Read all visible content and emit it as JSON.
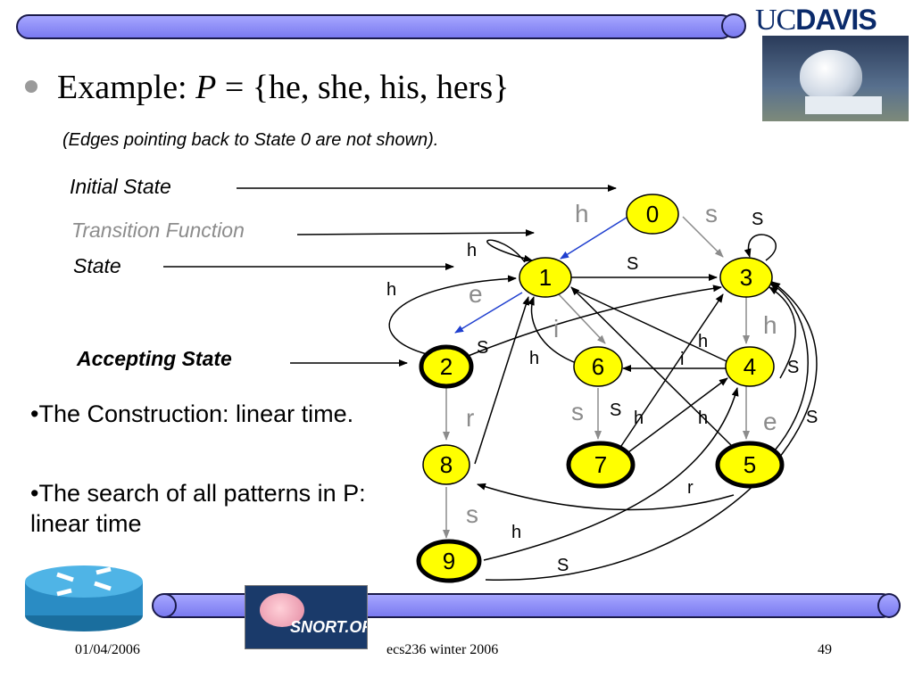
{
  "title": {
    "prefix": "Example: ",
    "var": "P",
    "rest": " = {he, she, his, hers}"
  },
  "subtitle": "(Edges pointing back to State 0 are not shown).",
  "labels": {
    "initial": "Initial State",
    "transition": "Transition Function",
    "state": "State",
    "accepting": "Accepting State"
  },
  "bullets": [
    "•The Construction: linear time.",
    "•The search of all patterns in P: linear time"
  ],
  "logos": {
    "ucdavis_a": "UC",
    "ucdavis_b": "DAVIS",
    "snort": "SNORT.ORG"
  },
  "colors": {
    "state_fill": "#ffff00",
    "blue_edge": "#1f3fcf",
    "bar": "#9999ff"
  },
  "states": [
    {
      "id": "0",
      "accepting": false
    },
    {
      "id": "1",
      "accepting": false
    },
    {
      "id": "2",
      "accepting": true
    },
    {
      "id": "3",
      "accepting": false
    },
    {
      "id": "4",
      "accepting": false
    },
    {
      "id": "5",
      "accepting": true
    },
    {
      "id": "6",
      "accepting": false
    },
    {
      "id": "7",
      "accepting": true
    },
    {
      "id": "8",
      "accepting": false
    },
    {
      "id": "9",
      "accepting": true
    }
  ],
  "edge_labels": [
    "h",
    "s",
    "S",
    "h",
    "S",
    "e",
    "h",
    "i",
    "S",
    "h",
    "h",
    "i",
    "S",
    "h",
    "r",
    "s",
    "S",
    "h",
    "h",
    "e",
    "S",
    "r",
    "s",
    "h",
    "S"
  ],
  "footer": {
    "date": "01/04/2006",
    "course": "ecs236 winter 2006",
    "page": "49"
  }
}
